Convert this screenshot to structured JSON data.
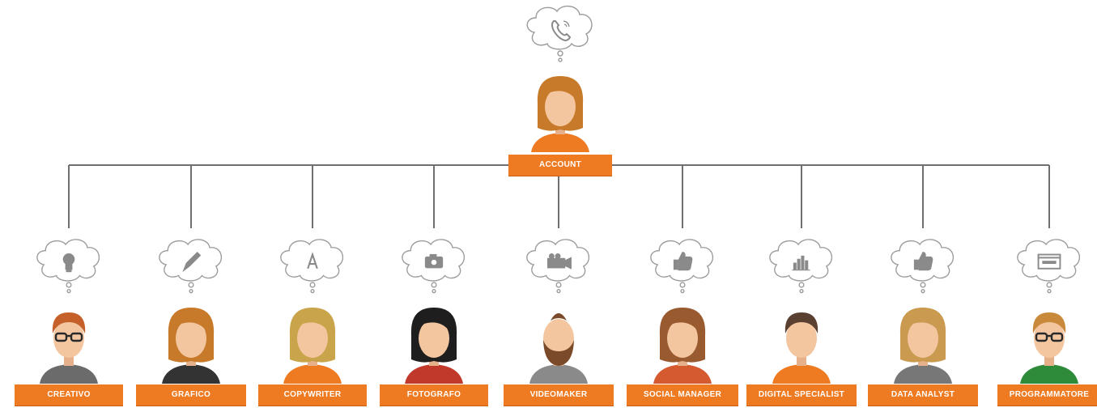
{
  "colors": {
    "accent": "#ee7a22",
    "line": "#6f6f6f",
    "bubble_stroke": "#9a9a9a",
    "skin": "#f3c6a0"
  },
  "top": {
    "label": "ACCOUNT",
    "icon": "phone-icon",
    "hair": "#c77a2a",
    "shirt": "#ee7a22"
  },
  "roles": [
    {
      "label": "CREATIVO",
      "icon": "lightbulb-icon",
      "hair": "#c6602a",
      "shirt": "#6b6b6b",
      "glasses": true,
      "beard": false,
      "long": false
    },
    {
      "label": "GRAFICO",
      "icon": "pencil-icon",
      "hair": "#c77a2a",
      "shirt": "#333333",
      "glasses": false,
      "beard": false,
      "long": true
    },
    {
      "label": "COPYWRITER",
      "icon": "letter-a-icon",
      "hair": "#c9a44a",
      "shirt": "#ee7a22",
      "glasses": false,
      "beard": false,
      "long": true
    },
    {
      "label": "FOTOGRAFO",
      "icon": "camera-icon",
      "hair": "#1e1e1e",
      "shirt": "#c0392b",
      "glasses": false,
      "beard": false,
      "long": true
    },
    {
      "label": "VIDEOMAKER",
      "icon": "video-camera-icon",
      "hair": "#7a4a2a",
      "shirt": "#8a8a8a",
      "glasses": false,
      "beard": true,
      "long": false
    },
    {
      "label": "SOCIAL MANAGER",
      "icon": "thumbs-up-icon",
      "hair": "#9a5a30",
      "shirt": "#d65a30",
      "glasses": false,
      "beard": false,
      "long": true
    },
    {
      "label": "DIGITAL SPECIALIST",
      "icon": "bar-chart-icon",
      "hair": "#5a4030",
      "shirt": "#ee7a22",
      "glasses": false,
      "beard": false,
      "long": false
    },
    {
      "label": "DATA ANALYST",
      "icon": "thumbs-up-icon",
      "hair": "#c99a50",
      "shirt": "#777777",
      "glasses": false,
      "beard": false,
      "long": true
    },
    {
      "label": "PROGRAMMATORE",
      "icon": "browser-window-icon",
      "hair": "#c9893a",
      "shirt": "#2e8b3a",
      "glasses": true,
      "beard": false,
      "long": false
    }
  ]
}
